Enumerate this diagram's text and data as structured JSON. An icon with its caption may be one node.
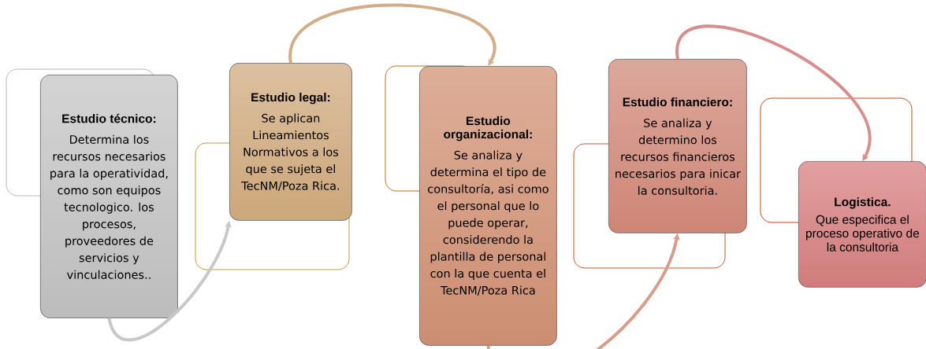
{
  "diagram": {
    "nodes": [
      {
        "text": [
          "Estudio técnico:",
          "Determina los recursos necesarios para la operatividad, como son equipos tecnologico. los procesos, proveedores de servicios y vinculaciones.."
        ]
      },
      {
        "text": [
          "Estudio legal:",
          "Se aplican Lineamientos Normativos a los que se sujeta el TecNM/Poza Rica."
        ]
      },
      {
        "text": [
          "Estudio organizacional:",
          "Se analiza y determina el tipo de consultoría, asi como el personal que lo puede operar, considerendo la plantilla de personal con la que cuenta el TecNM/Poza Rica"
        ]
      },
      {
        "text": [
          "Estudio financiero:",
          "Se analiza y determino los recursos financieros necesarios para inicar la consultoria."
        ]
      },
      {
        "text": [
          "Logistica.",
          "Que especifica el proceso operativo de la consultoria"
        ]
      }
    ],
    "edges": [
      {
        "from": 0,
        "to": 1,
        "arrow": "to",
        "color": "#c8c8c8"
      },
      {
        "from": 1,
        "to": 2,
        "arrow": "to",
        "color": "#d2ad88"
      },
      {
        "from": 2,
        "to": 3,
        "arrow": "to",
        "color": "#d89c8a"
      },
      {
        "from": 3,
        "to": 4,
        "arrow": "to",
        "color": "#d88e8c"
      }
    ]
  }
}
